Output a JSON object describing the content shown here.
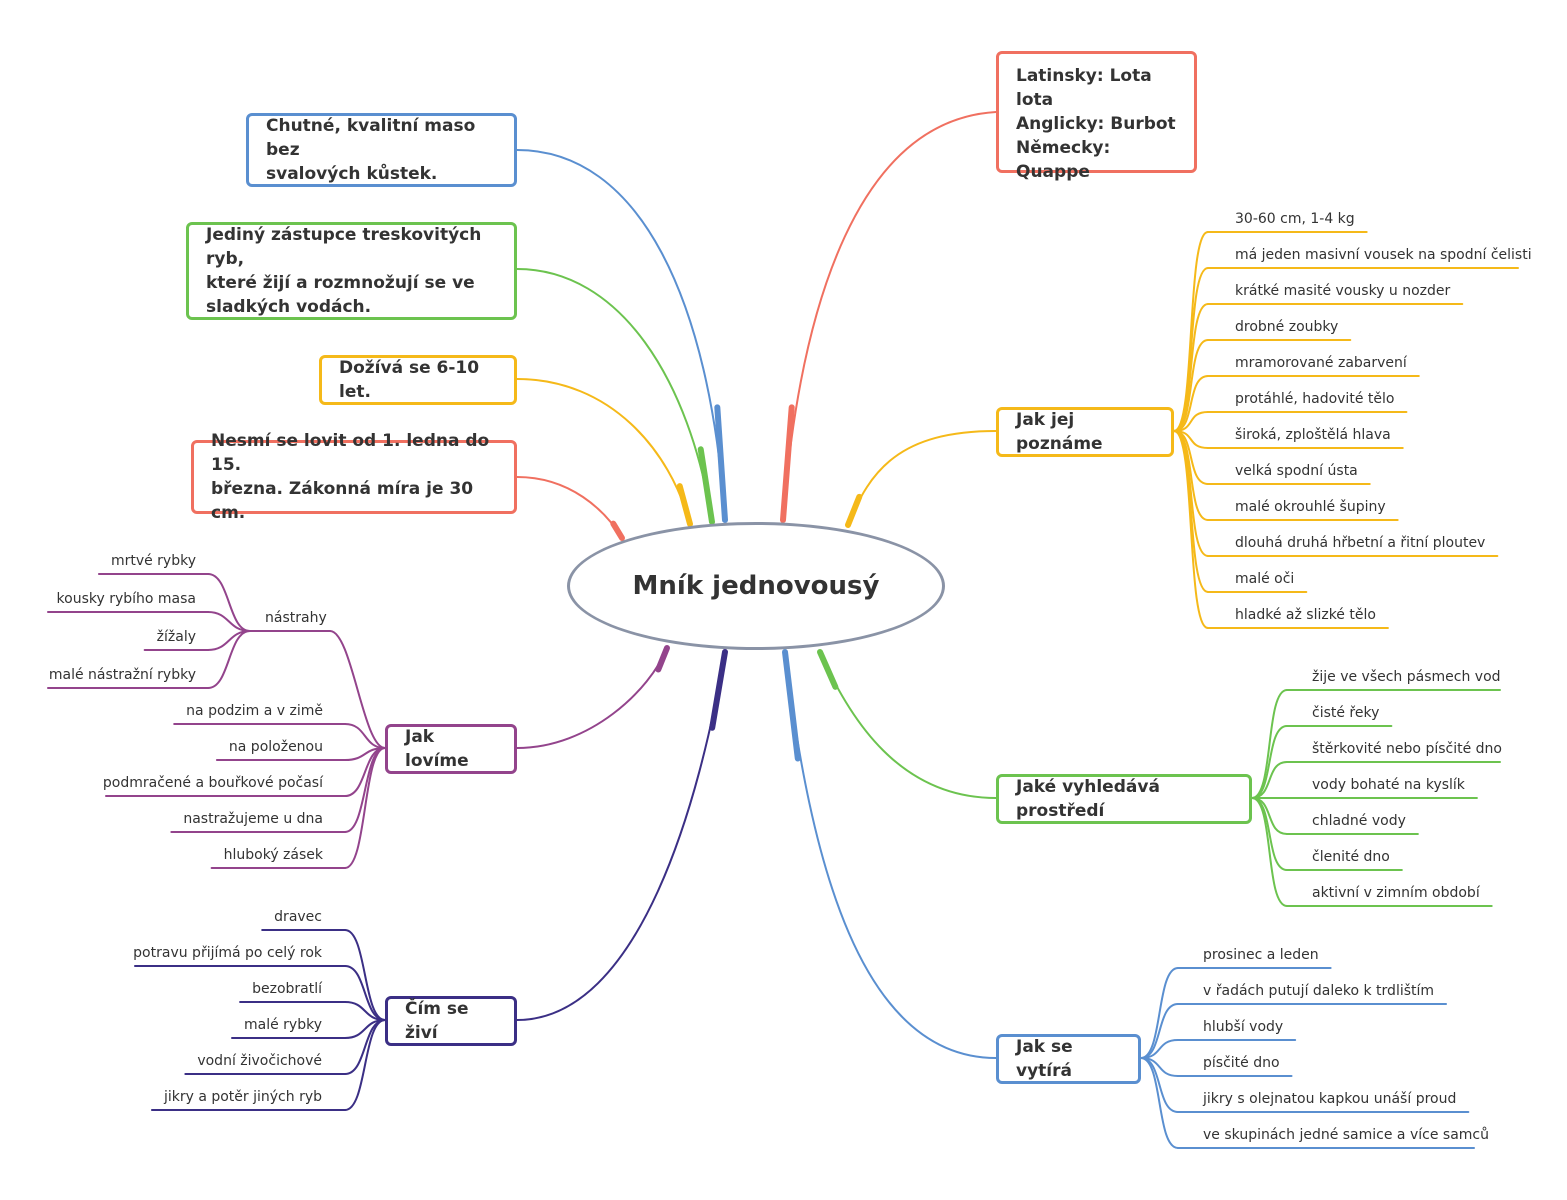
{
  "central": {
    "title": "Mník jednovousý"
  },
  "colors": {
    "red": "#f07060",
    "orange": "#f5b919",
    "green": "#6cc34f",
    "blue": "#5a8fd0",
    "purple": "#93448c",
    "navy": "#3b2f85",
    "ellipse_border": "#8a93a6"
  },
  "nodes": {
    "names": "Latinsky: Lota lota\nAnglicky: Burbot\nNěmecky: Quappe",
    "poznani": "Jak jej poznáme",
    "prostredi": "Jaké vyhledává prostředí",
    "vytira": "Jak se vytírá",
    "maso": "Chutné, kvalitní maso bez\nsvalových kůstek.",
    "zastupce": "Jediný zástupce treskovitých ryb,\nkteré žijí a rozmnožují se ve\nsladkých vodách.",
    "doziva": "Dožívá se 6-10 let.",
    "lov_zakaz": "Nesmí se lovit od 1. ledna do 15.\nbřezna. Zákonná míra je 30 cm.",
    "lovime": "Jak lovíme",
    "zivi": "Čím se živí"
  },
  "poznani_items": [
    "30-60 cm, 1-4 kg",
    "má jeden masivní vousek na spodní čelisti",
    "krátké masité vousky u nozder",
    "drobné zoubky",
    "mramorované zabarvení",
    "protáhlé, hadovité tělo",
    "široká, zploštělá hlava",
    "velká spodní ústa",
    "malé okrouhlé šupiny",
    "dlouhá druhá hřbetní a řitní ploutev",
    "malé oči",
    "hladké až slizké tělo"
  ],
  "prostredi_items": [
    "žije ve všech pásmech vod",
    "čisté řeky",
    "štěrkovité nebo písčité dno",
    "vody bohaté na kyslík",
    "chladné vody",
    "členité dno",
    "aktivní v zimním období"
  ],
  "vytira_items": [
    "prosinec a leden",
    "v řadách putují daleko k trdlištím",
    "hlubší vody",
    "písčité dno",
    "jikry s olejnatou kapkou unáší proud",
    "ve skupinách jedné samice a více samců"
  ],
  "lovime_nastrahy": {
    "label": "nástrahy",
    "items": [
      "mrtvé rybky",
      "kousky rybího masa",
      "žížaly",
      "malé nástražní rybky"
    ]
  },
  "lovime_items": [
    "na podzim a v zimě",
    "na položenou",
    "podmračené a bouřkové počasí",
    "nastražujeme u dna",
    "hluboký zásek"
  ],
  "zivi_items": [
    "dravec",
    "potravu přijímá po celý rok",
    "bezobratlí",
    "malé rybky",
    "vodní živočichové",
    "jikry a potěr jiných ryb"
  ]
}
